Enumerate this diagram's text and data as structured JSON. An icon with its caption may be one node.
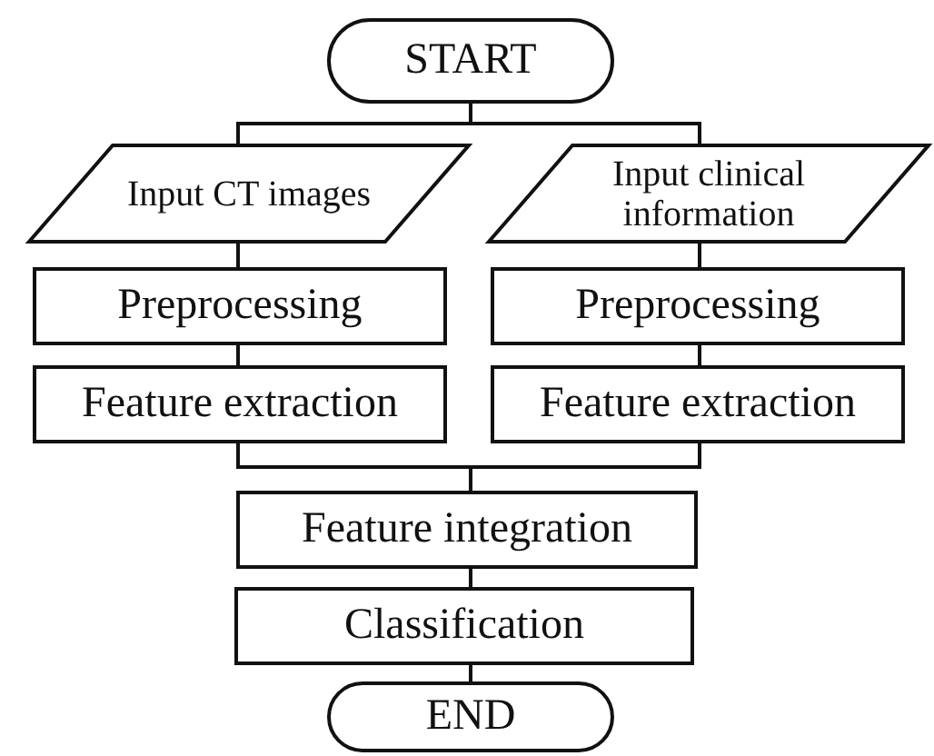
{
  "diagram": {
    "nodes": [
      {
        "text": [
          "START"
        ]
      },
      {
        "text": [
          "Input CT images"
        ]
      },
      {
        "text": [
          "Input clinical information"
        ]
      },
      {
        "text": [
          "Preprocessing"
        ]
      },
      {
        "text": [
          "Preprocessing"
        ]
      },
      {
        "text": [
          "Feature extraction"
        ]
      },
      {
        "text": [
          "Feature extraction"
        ]
      },
      {
        "text": [
          "Feature integration"
        ]
      },
      {
        "text": [
          "Classification"
        ]
      },
      {
        "text": [
          "END"
        ]
      }
    ],
    "edges": [
      {
        "from": 0,
        "to": 1,
        "arrow": "none"
      },
      {
        "from": 0,
        "to": 2,
        "arrow": "none"
      },
      {
        "from": 1,
        "to": 3,
        "arrow": "none"
      },
      {
        "from": 3,
        "to": 5,
        "arrow": "none"
      },
      {
        "from": 2,
        "to": 4,
        "arrow": "none"
      },
      {
        "from": 4,
        "to": 6,
        "arrow": "none"
      },
      {
        "from": 5,
        "to": 7,
        "arrow": "none"
      },
      {
        "from": 6,
        "to": 7,
        "arrow": "none"
      },
      {
        "from": 7,
        "to": 8,
        "arrow": "none"
      },
      {
        "from": 8,
        "to": 9,
        "arrow": "none"
      }
    ]
  }
}
